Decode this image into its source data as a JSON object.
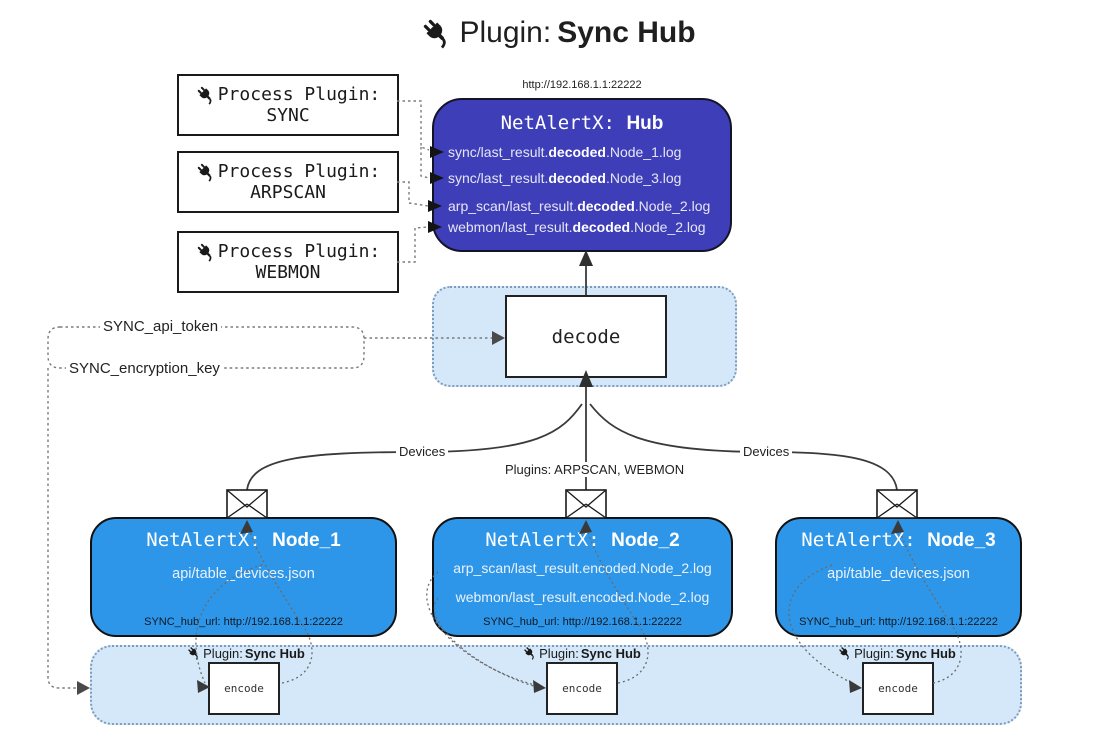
{
  "title": {
    "prefix": "Plugin:",
    "name": "Sync Hub"
  },
  "process_plugins": [
    {
      "label": "Process Plugin:",
      "name": "SYNC"
    },
    {
      "label": "Process Plugin:",
      "name": "ARPSCAN"
    },
    {
      "label": "Process Plugin:",
      "name": "WEBMON"
    }
  ],
  "hub": {
    "url": "http://192.168.1.1:22222",
    "prefix": "NetAlertX:",
    "name": "Hub",
    "logs": [
      {
        "pre": "sync/last_result.",
        "bold": "decoded",
        "post": ".Node_1.log"
      },
      {
        "pre": "sync/last_result.",
        "bold": "decoded",
        "post": ".Node_3.log"
      },
      {
        "pre": "arp_scan/last_result.",
        "bold": "decoded",
        "post": ".Node_2.log"
      },
      {
        "pre": "webmon/last_result.",
        "bold": "decoded",
        "post": ".Node_2.log"
      }
    ]
  },
  "decode_box": {
    "label": "decode"
  },
  "secrets": {
    "api_token": "SYNC_api_token",
    "encryption_key": "SYNC_encryption_key"
  },
  "edge_labels": {
    "left": "Devices",
    "center": "Plugins: ARPSCAN, WEBMON",
    "right": "Devices"
  },
  "nodes": [
    {
      "prefix": "NetAlertX:",
      "name": "Node_1",
      "files": [
        "api/table_devices.json"
      ],
      "hub_url": "SYNC_hub_url: http://192.168.1.1:22222"
    },
    {
      "prefix": "NetAlertX:",
      "name": "Node_2",
      "files": [
        "arp_scan/last_result.encoded.Node_2.log",
        "webmon/last_result.encoded.Node_2.log"
      ],
      "hub_url": "SYNC_hub_url: http://192.168.1.1:22222"
    },
    {
      "prefix": "NetAlertX:",
      "name": "Node_3",
      "files": [
        "api/table_devices.json"
      ],
      "hub_url": "SYNC_hub_url: http://192.168.1.1:22222"
    }
  ],
  "encoders": [
    {
      "prefix": "Plugin:",
      "name": "Sync Hub",
      "label": "encode"
    },
    {
      "prefix": "Plugin:",
      "name": "Sync Hub",
      "label": "encode"
    },
    {
      "prefix": "Plugin:",
      "name": "Sync Hub",
      "label": "encode"
    }
  ],
  "colors": {
    "hub_fill": "#3e3eb9",
    "node_fill": "#2e96e9",
    "panel_fill": "#d5e8f9",
    "panel_border": "#7d9cbd",
    "line": "#3a3a3a",
    "dotted_line": "#7a7a7a"
  }
}
